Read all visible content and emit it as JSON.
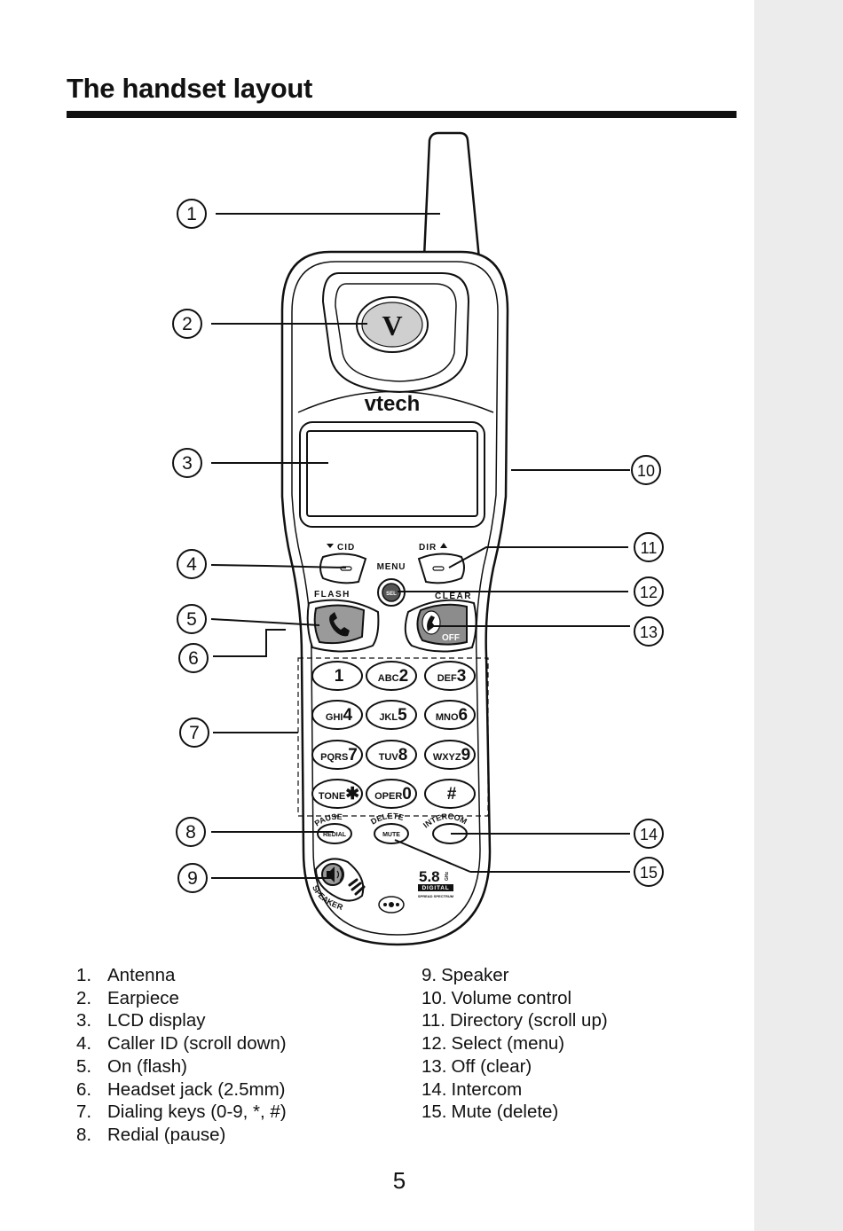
{
  "page": {
    "title": "The handset layout",
    "page_number": "5"
  },
  "handset": {
    "brand": "vtech",
    "logo_mark": "V",
    "soft_keys": {
      "left": "CID",
      "right": "DIR",
      "center": "MENU",
      "select": "SEL"
    },
    "keys": {
      "flash": "FLASH",
      "clear": "CLEAR",
      "off": "OFF",
      "pause": "PAUSE",
      "redial": "REDIAL",
      "delete": "DELETE",
      "mute": "MUTE",
      "intercom": "INTERCOM",
      "speaker": "SPEAKER"
    },
    "dialpad": [
      {
        "letters": "",
        "digit": "1"
      },
      {
        "letters": "ABC",
        "digit": "2"
      },
      {
        "letters": "DEF",
        "digit": "3"
      },
      {
        "letters": "GHI",
        "digit": "4"
      },
      {
        "letters": "JKL",
        "digit": "5"
      },
      {
        "letters": "MNO",
        "digit": "6"
      },
      {
        "letters": "PQRS",
        "digit": "7"
      },
      {
        "letters": "TUV",
        "digit": "8"
      },
      {
        "letters": "WXYZ",
        "digit": "9"
      },
      {
        "letters": "TONE",
        "digit": "✱"
      },
      {
        "letters": "OPER",
        "digit": "0"
      },
      {
        "letters": "",
        "digit": "#"
      }
    ],
    "badge": {
      "freq": "5.8",
      "unit": "GHz",
      "tech": "DIGITAL",
      "sub": "SPREAD SPECTRUM"
    }
  },
  "callouts": [
    "1",
    "2",
    "3",
    "4",
    "5",
    "6",
    "7",
    "8",
    "9",
    "10",
    "11",
    "12",
    "13",
    "14",
    "15"
  ],
  "legend_left": [
    {
      "num": "1.",
      "text": "Antenna"
    },
    {
      "num": "2.",
      "text": "Earpiece"
    },
    {
      "num": "3.",
      "text": "LCD display"
    },
    {
      "num": "4.",
      "text": "Caller ID (scroll down)"
    },
    {
      "num": "5.",
      "text": "On (flash)"
    },
    {
      "num": "6.",
      "text": "Headset jack (2.5mm)"
    },
    {
      "num": "7.",
      "text": "Dialing keys (0-9, *, #)"
    },
    {
      "num": "8.",
      "text": "Redial (pause)"
    }
  ],
  "legend_right": [
    {
      "num": "9.",
      "text": "Speaker"
    },
    {
      "num": "10.",
      "text": "Volume control"
    },
    {
      "num": "11.",
      "text": "Directory (scroll up)"
    },
    {
      "num": "12.",
      "text": "Select (menu)"
    },
    {
      "num": "13.",
      "text": "Off (clear)"
    },
    {
      "num": "14.",
      "text": "Intercom"
    },
    {
      "num": "15.",
      "text": "Mute (delete)"
    }
  ]
}
